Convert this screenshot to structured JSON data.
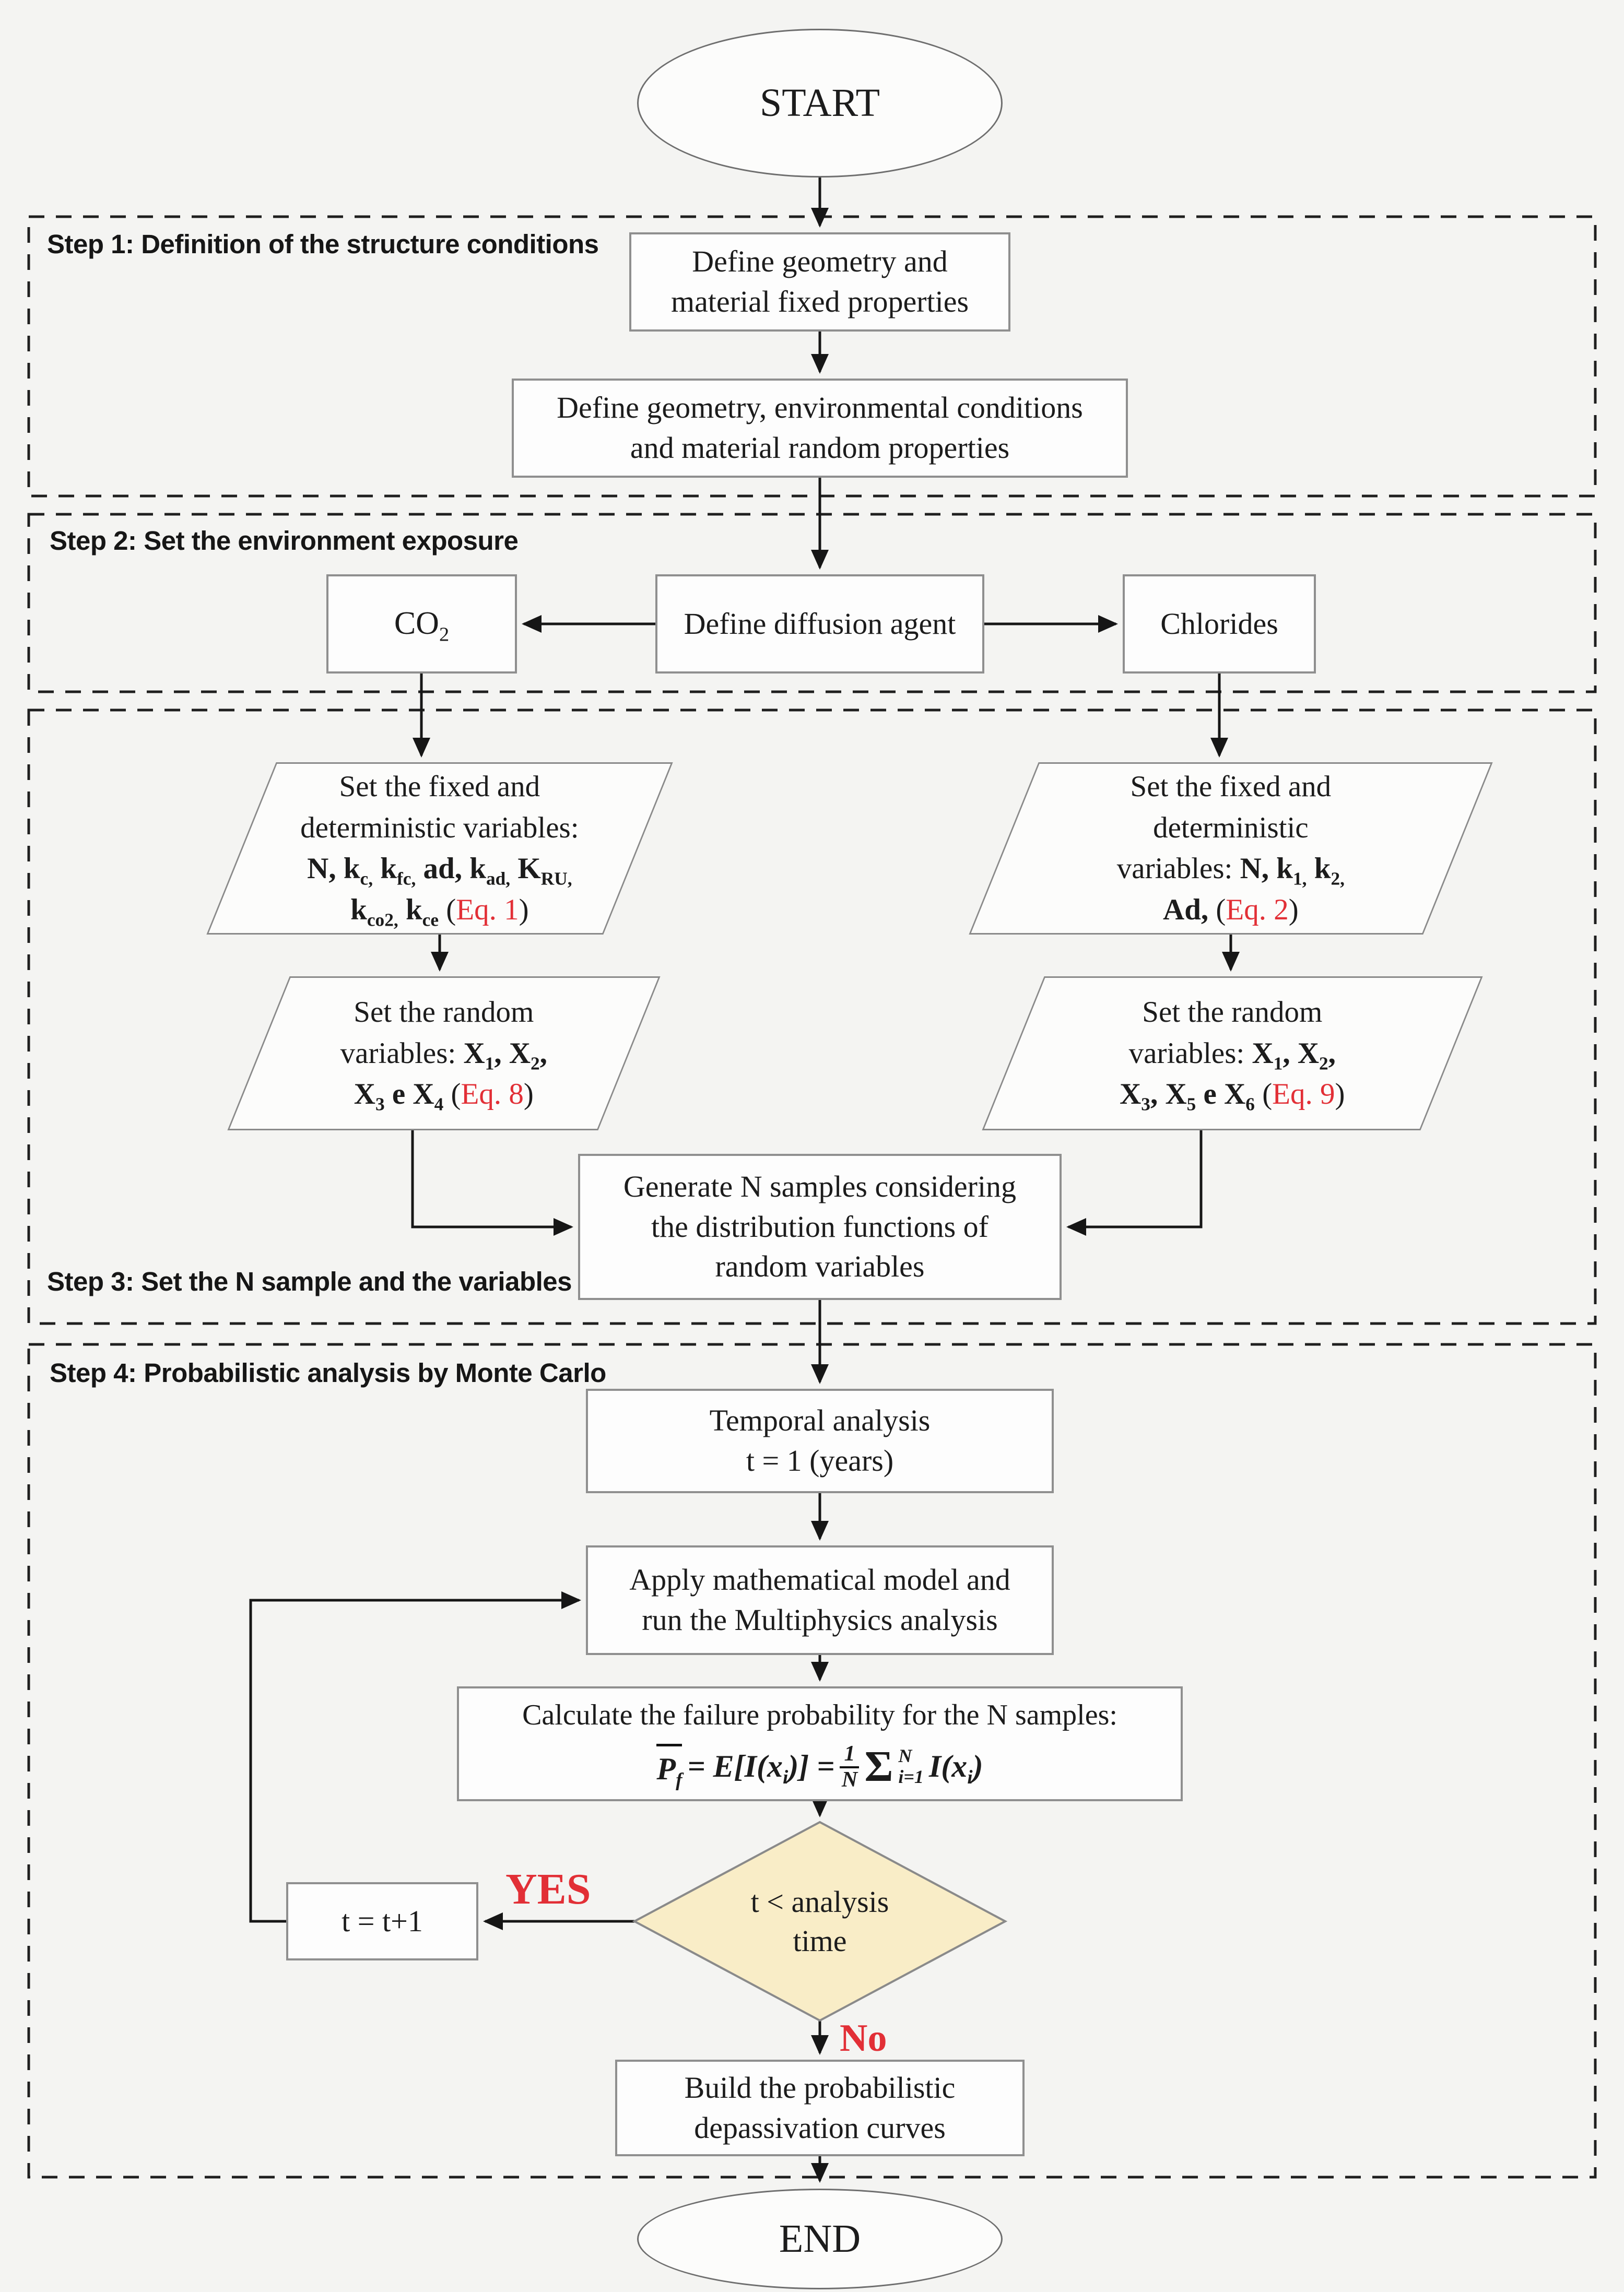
{
  "colors": {
    "red": "#e22f36",
    "diamond_fill": "#f9edc7"
  },
  "terminals": {
    "start": "START",
    "end": "END"
  },
  "steps": [
    {
      "label": "Step 1: Definition of the structure conditions"
    },
    {
      "label": "Step 2: Set the environment exposure"
    },
    {
      "label": "Step 3: Set the N sample and the variables"
    },
    {
      "label": "Step 4: Probabilistic analysis by Monte Carlo"
    }
  ],
  "nodes": {
    "define_fixed": {
      "lines": [
        "Define geometry and",
        "material fixed properties"
      ]
    },
    "define_random": {
      "lines": [
        "Define geometry, environmental conditions",
        "and material random properties"
      ]
    },
    "co2": {
      "text": "CO_{2}"
    },
    "diffusion": {
      "text": "Define diffusion agent"
    },
    "chlorides": {
      "text": "Chlorides"
    },
    "set_fixed_co2": {
      "lines": [
        "Set the fixed and",
        "deterministic variables:",
        "[b]N, k_{c,} k_{fc,} ad, k_{ad,} K_{RU,}[/b]",
        "[b]k_{co2,} k_{ce}[/b] ([r]Eq. 1[/r])"
      ]
    },
    "set_fixed_cl": {
      "lines": [
        "Set the fixed and",
        "deterministic",
        "variables: [b]N, k_{1,} k_{2,}[/b]",
        "[b]Ad,[/b] ([r]Eq. 2[/r])"
      ]
    },
    "set_random_co2": {
      "lines": [
        "Set the random",
        "variables: [b]X_{1}, X_{2},[/b]",
        "[b]X_{3} e X_{4}[/b] ([r]Eq. 8[/r])"
      ]
    },
    "set_random_cl": {
      "lines": [
        "Set the random",
        "variables: [b]X_{1}, X_{2},[/b]",
        "[b]X_{3}, X_{5} e X_{6}[/b] ([r]Eq. 9[/r])"
      ]
    },
    "generate": {
      "lines": [
        "Generate N samples considering",
        "the distribution functions of",
        "random variables"
      ]
    },
    "temporal": {
      "lines": [
        "Temporal analysis",
        "t = 1 (years)"
      ]
    },
    "apply": {
      "lines": [
        "Apply mathematical model and",
        "run the Multiphysics analysis"
      ]
    },
    "calculate": {
      "line1": "Calculate the failure probability for the N samples:",
      "formula": {
        "lhs": "P_{f}",
        "mid": "= E[I(x_{i})] =",
        "num": "1",
        "den": "N",
        "sigma": "Σ",
        "sup": "N",
        "sub": "i=1",
        "rhs": "I(x_{i})"
      }
    },
    "decision": {
      "lines": [
        "t < analysis",
        "time"
      ]
    },
    "increment": {
      "text": "t = t+1"
    },
    "build": {
      "lines": [
        "Build the probabilistic",
        "depassivation curves"
      ]
    }
  },
  "edges": {
    "yes": "YES",
    "no": "No"
  }
}
